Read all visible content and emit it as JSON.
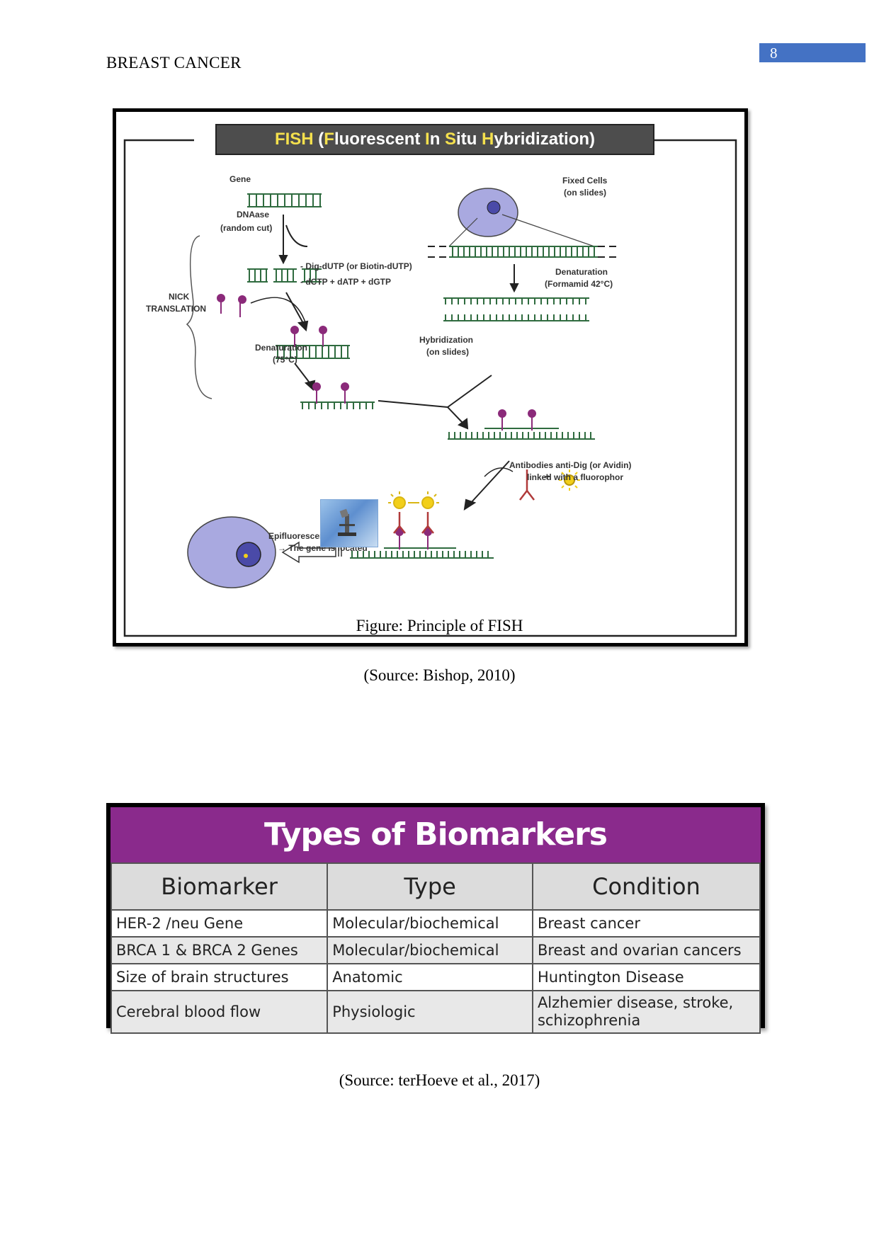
{
  "header": {
    "running_title": "BREAST CANCER",
    "page_number": "8"
  },
  "fish_figure": {
    "title_prefix": "FISH",
    "title_parts": [
      "(",
      "F",
      "luorescent ",
      "I",
      "n ",
      "S",
      "itu ",
      "H",
      "ybridization)"
    ],
    "labels": {
      "gene": "Gene",
      "dnaase_1": "DNAase",
      "dnaase_2": "(random cut)",
      "nick_1": "NICK",
      "nick_2": "TRANSLATION",
      "dig_1": "- Dig-dUTP (or Biotin-dUTP)",
      "dig_2": "- dCTP + dATP + dGTP",
      "denat75_1": "Denaturation",
      "denat75_2": "(75°C)",
      "fixed_1": "Fixed Cells",
      "fixed_2": "(on slides)",
      "denat42_1": "Denaturation",
      "denat42_2": "(Formamid 42°C)",
      "hybrid_1": "Hybridization",
      "hybrid_2": "(on slides)",
      "antibodies_1": "Antibodies anti-Dig (or Avidin)",
      "antibodies_2": "linked with a fluorophor",
      "plus": "+",
      "epi_1": "EpifluorescentMicroscopy",
      "epi_2": "→ The gene is located"
    },
    "colors": {
      "cell": "#a9a9e0",
      "nucleus": "#4a4aa8",
      "probe": "#8b2a7a",
      "fluorophore": "#f2cf1a",
      "antibody": "#b03a3a",
      "dna": "#2f6b3f"
    }
  },
  "captions": {
    "fish_caption": "Figure: Principle of FISH",
    "fish_source": "(Source: Bishop, 2010)",
    "table_source": "(Source: terHoeve et al., 2017)"
  },
  "biomarkers": {
    "title": "Types of Biomarkers",
    "columns": [
      "Biomarker",
      "Type",
      "Condition"
    ],
    "rows": [
      [
        "HER-2 /neu Gene",
        "Molecular/biochemical",
        "Breast cancer"
      ],
      [
        "BRCA 1 & BRCA 2 Genes",
        "Molecular/biochemical",
        "Breast and ovarian cancers"
      ],
      [
        "Size of brain structures",
        "Anatomic",
        "Huntington Disease"
      ],
      [
        "Cerebral blood flow",
        "Physiologic",
        "Alzhemier disease, stroke, schizophrenia"
      ]
    ],
    "colors": {
      "title_bg": "#8a2a8c",
      "header_bg": "#dcdcdc"
    }
  }
}
